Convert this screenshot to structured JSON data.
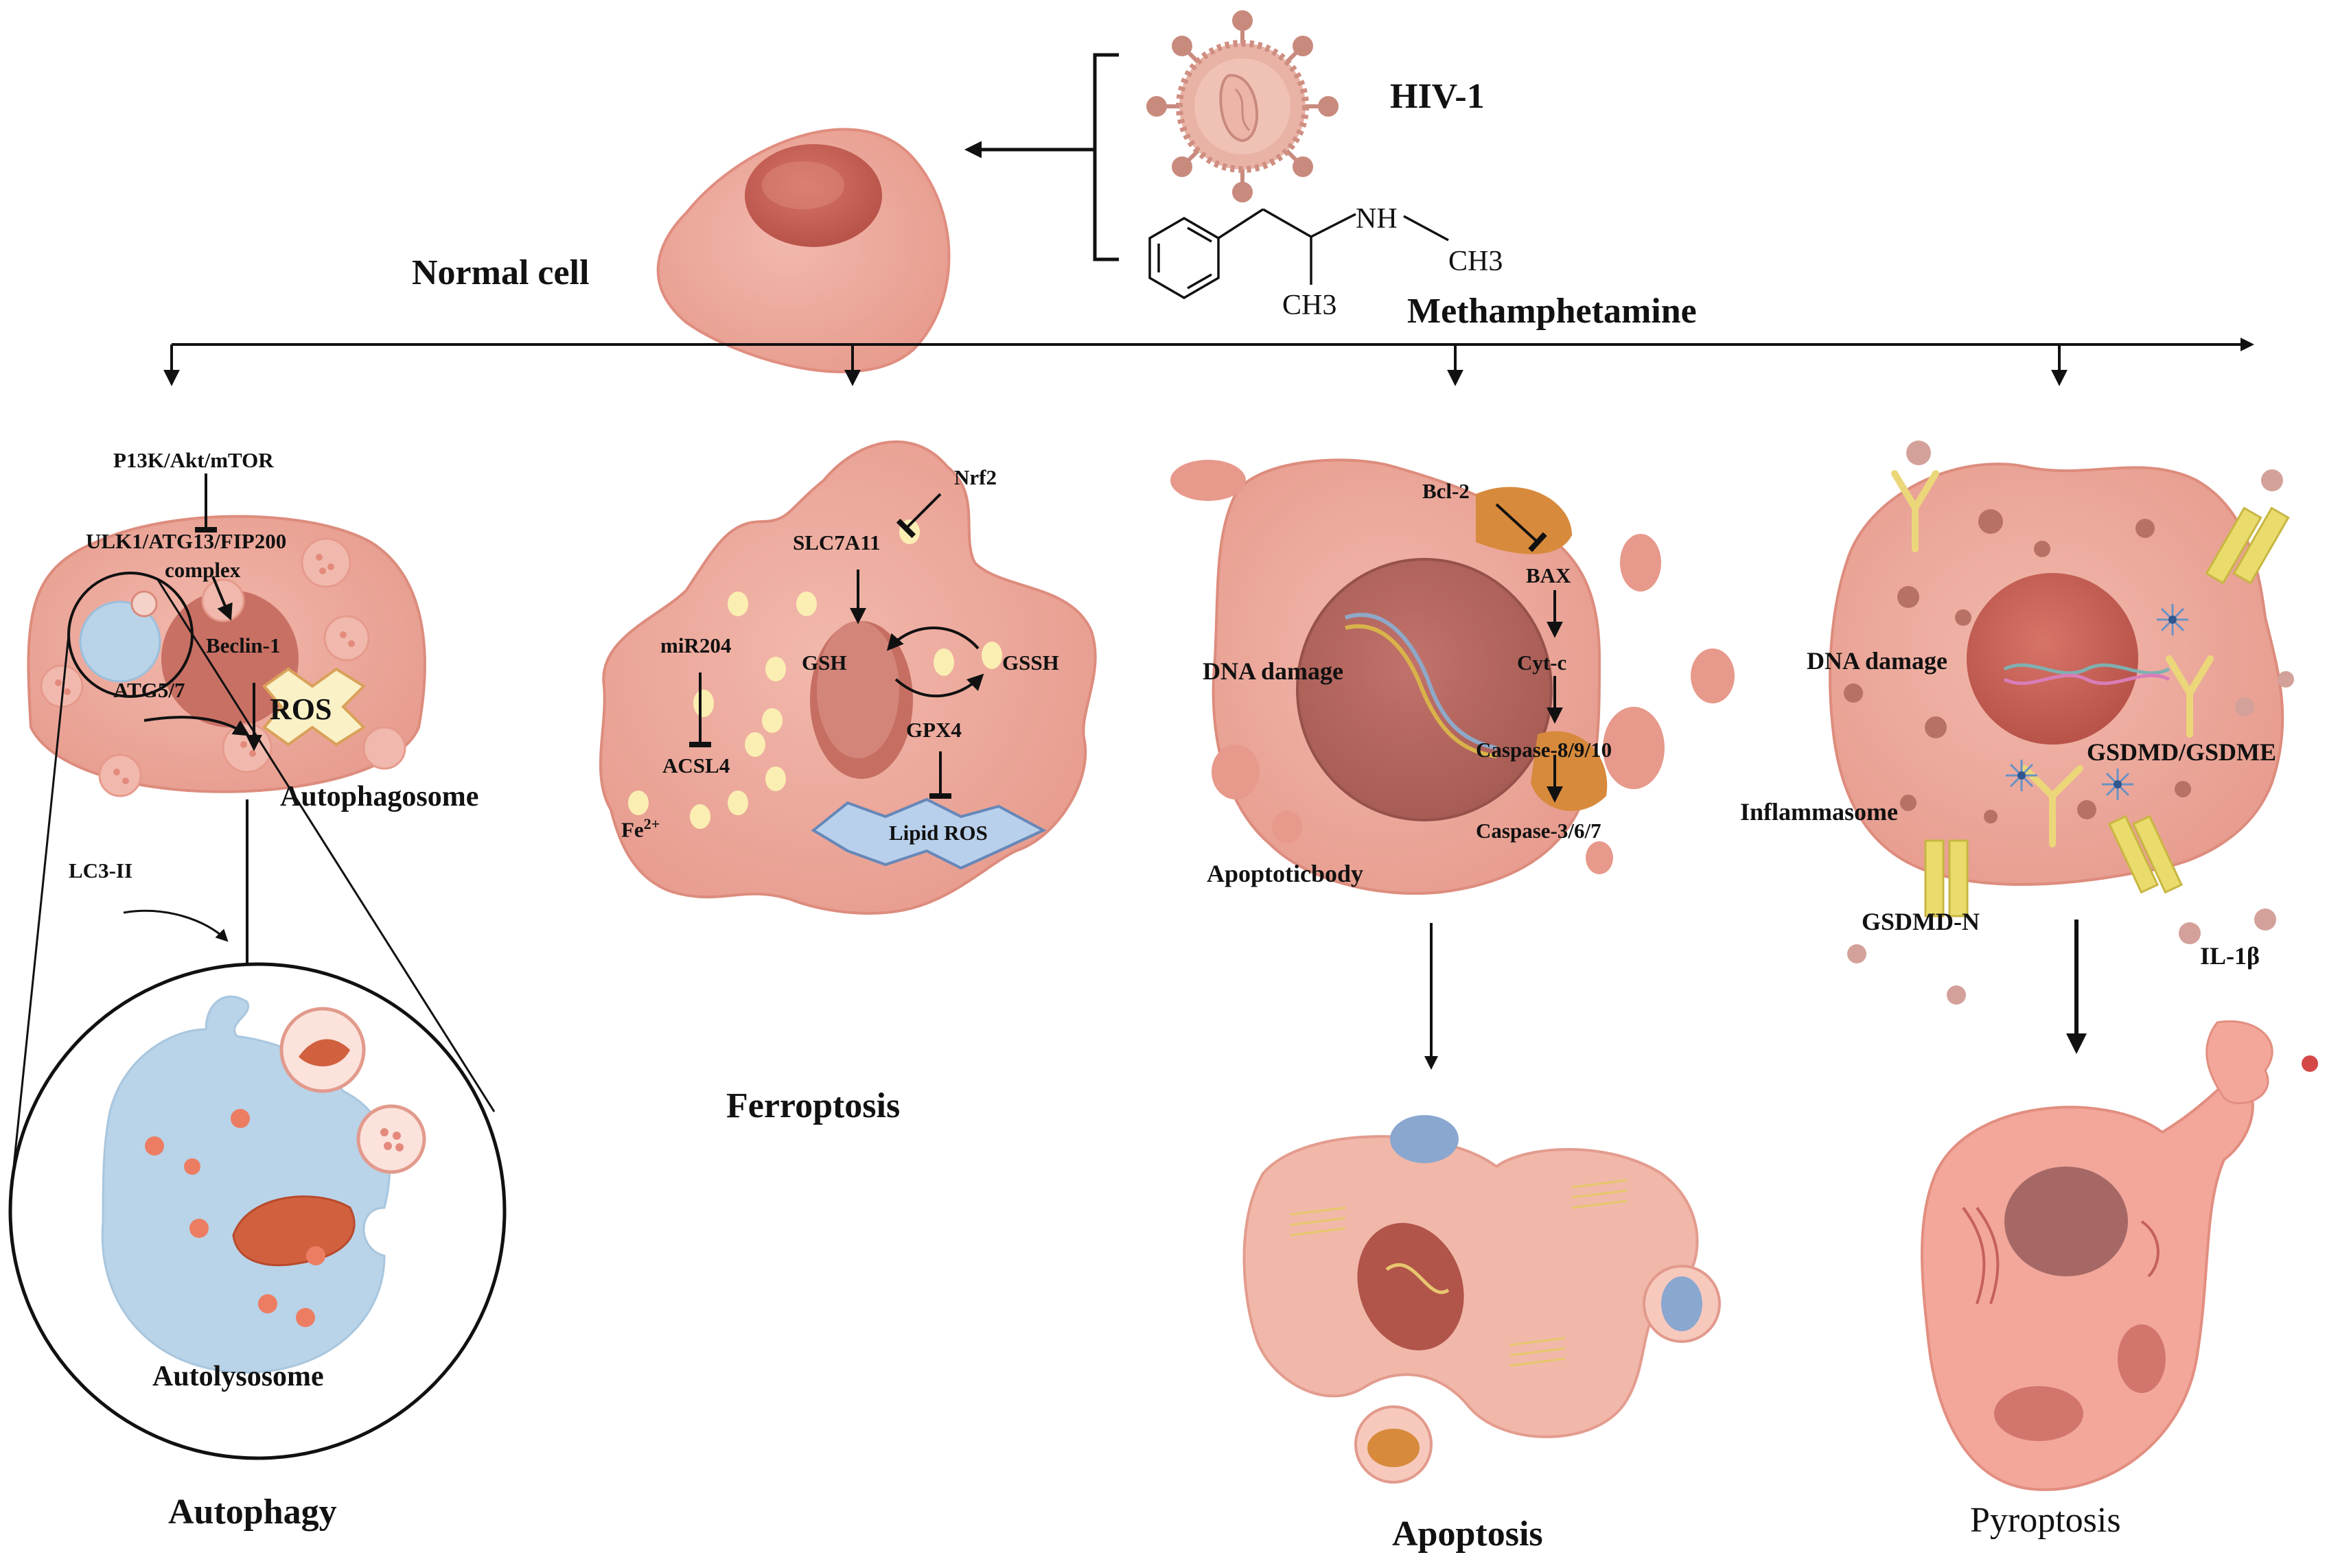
{
  "top": {
    "normal_cell": "Normal cell",
    "hiv": "HIV-1",
    "meth": "Methamphetamine",
    "nh": "NH",
    "ch3_a": "CH3",
    "ch3_b": "CH3"
  },
  "autophagy": {
    "title": "Autophagy",
    "pi3k": "P13K/Akt/mTOR",
    "ulk1": "ULK1/ATG13/FIP200",
    "complex": "complex",
    "beclin": "Beclin-1",
    "atg": "ATG5/7",
    "ros": "ROS",
    "autophagosome": "Autophagosome",
    "lc3": "LC3-II",
    "autolysosome": "Autolysosome"
  },
  "ferroptosis": {
    "title": "Ferroptosis",
    "nrf2": "Nrf2",
    "slc": "SLC7A11",
    "mir": "miR204",
    "gsh": "GSH",
    "gssh": "GSSH",
    "gpx4": "GPX4",
    "acsl4": "ACSL4",
    "fe": "Fe",
    "fe_sup": "2+",
    "lipid_ros": "Lipid ROS"
  },
  "apoptosis": {
    "title": "Apoptosis",
    "bcl2": "Bcl-2",
    "bax": "BAX",
    "dna": "DNA damage",
    "cytc": "Cyt-c",
    "casp8": "Caspase-8/9/10",
    "casp3": "Caspase-3/6/7",
    "body": "Apoptoticbody"
  },
  "pyroptosis": {
    "title": "Pyroptosis",
    "dna": "DNA damage",
    "gsdmd": "GSDMD/GSDME",
    "inflammasome": "Inflammasome",
    "gsdmdn": "GSDMD-N",
    "il1b": "IL-1β"
  },
  "colors": {
    "cell": "#e9a295",
    "cell_edge": "#d98a7c",
    "nucleus": "#c4675a",
    "lysosome": "#b9d3e8",
    "vesicle": "#f7ebb0",
    "star": "#b8cfe8",
    "gsdmd_yellow": "#e9dc6c"
  }
}
